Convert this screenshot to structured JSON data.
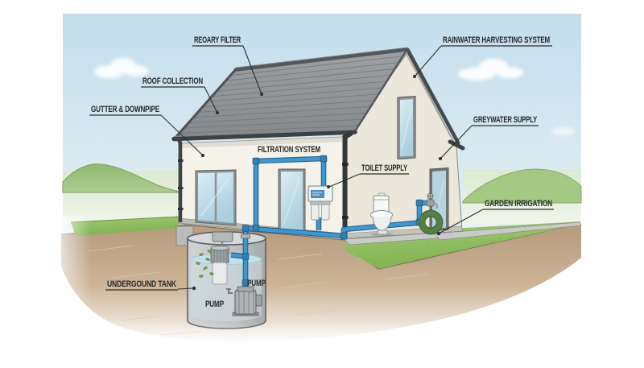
{
  "diagram": {
    "title_hint": "rainwater harvesting system cutaway illustration",
    "labels": {
      "reoary_filter": "REOARY FILTER",
      "rainwater_harvesting_system": "RAINWATER HARVESTING SYSTEM",
      "roof_collection": "ROOF COLLECTION",
      "gutter_downpipe": "GUTTER & DOWNPIPE",
      "filtration_system": "FILTRATION SYSTEM",
      "toilet_supply": "TOILET SUPPLY",
      "greywater_supply": "GREYWATER SUPPLY",
      "garden_irrigation": "GARDEN IRRIGATION",
      "undergound_tank": "UNDERGOUND TANK",
      "pump_upper": "PUMP",
      "pump_lower": "PUMP"
    },
    "colors": {
      "label_text": "#26292b",
      "sky": "#c3ddec",
      "roof_grey": "#8f9396",
      "wall_front": "#f5f2ea",
      "wall_side": "#ebe7db",
      "pipe_blue": "#3f97cf",
      "pipe_outline": "#24618c",
      "downpipe_dark": "#3d4144",
      "lawn_green": "#8cbd5e",
      "hill_green": "#a6c885",
      "soil_brown": "#bca184",
      "tank_grey": "#c3c6c7",
      "water_blue": "#c3e0ec",
      "hose_green": "#567f45"
    }
  }
}
